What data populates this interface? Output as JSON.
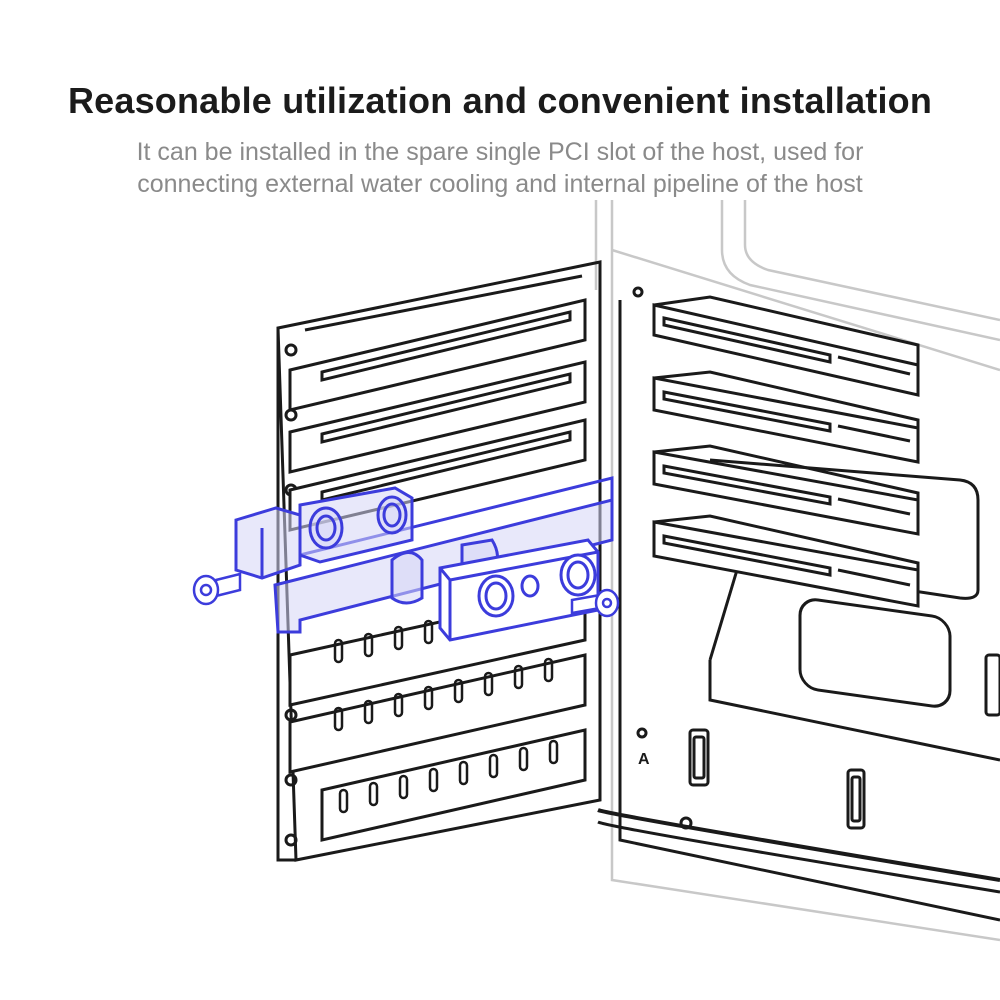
{
  "page": {
    "title": "Reasonable utilization and convenient installation",
    "description_lines": [
      "It can be installed in the spare single PCI slot of the host, used for",
      "connecting external water cooling and internal pipeline of the host"
    ]
  },
  "illustration": {
    "highlight_color": "#3c3cdc",
    "outline_color": "#1a1a1a",
    "faded_color": "#c8c8c8",
    "slot_marker_text": "A"
  }
}
